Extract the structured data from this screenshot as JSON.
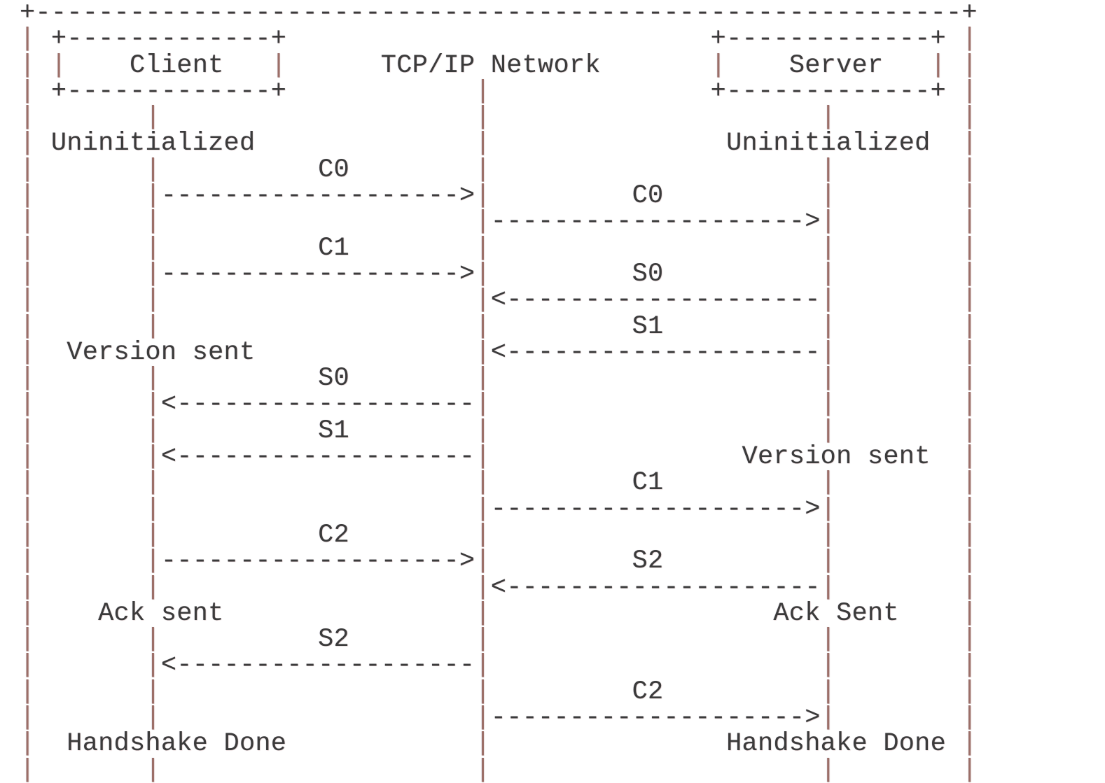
{
  "figure": {
    "participants": [
      "Client",
      "TCP/IP Network",
      "Server"
    ],
    "client_states": [
      "Uninitialized",
      "Version sent",
      "Ack sent",
      "Handshake Done"
    ],
    "server_states": [
      "Uninitialized",
      "Version sent",
      "Ack Sent",
      "Handshake Done"
    ],
    "messages": [
      {
        "label": "C0",
        "from": "Client",
        "to": "Network"
      },
      {
        "label": "C0",
        "from": "Network",
        "to": "Server"
      },
      {
        "label": "C1",
        "from": "Client",
        "to": "Network"
      },
      {
        "label": "S0",
        "from": "Server",
        "to": "Network"
      },
      {
        "label": "S1",
        "from": "Server",
        "to": "Network"
      },
      {
        "label": "S0",
        "from": "Network",
        "to": "Client"
      },
      {
        "label": "S1",
        "from": "Network",
        "to": "Client"
      },
      {
        "label": "C1",
        "from": "Network",
        "to": "Server"
      },
      {
        "label": "C2",
        "from": "Client",
        "to": "Network"
      },
      {
        "label": "S2",
        "from": "Server",
        "to": "Network"
      },
      {
        "label": "S2",
        "from": "Network",
        "to": "Client"
      },
      {
        "label": "C2",
        "from": "Network",
        "to": "Server"
      }
    ]
  },
  "colors": {
    "text": "#3b3b3b",
    "lifeline": "#9c6f68",
    "background": "#ffffff"
  },
  "ascii_art": {
    "lines": [
      "+-----------------------------------------------------------+",
      "| +-------------+                           +-------------+ |",
      "| |    Client   |      TCP/IP Network       |    Server   | |",
      "| +-------------+            |              +-------------+ |",
      "|       |                    |                     |        |",
      "| Uninitialized              |               Uninitialized  |",
      "|       |          C0        |                     |        |",
      "|       |------------------->|         C0          |        |",
      "|       |                    |-------------------->|        |",
      "|       |          C1        |                     |        |",
      "|       |------------------->|         S0          |        |",
      "|       |                    |<--------------------|        |",
      "|       |                    |         S1          |        |",
      "|  Version sent              |<--------------------|        |",
      "|       |          S0        |                     |        |",
      "|       |<-------------------|                     |        |",
      "|       |          S1        |                     |        |",
      "|       |<-------------------|                Version sent  |",
      "|       |                    |         C1          |        |",
      "|       |                    |-------------------->|        |",
      "|       |          C2        |                     |        |",
      "|       |------------------->|         S2          |        |",
      "|       |                    |<--------------------|        |",
      "|    Ack sent                |                  Ack Sent    |",
      "|       |          S2        |                     |        |",
      "|       |<-------------------|                     |        |",
      "|       |                    |         C2          |        |",
      "|       |                    |-------------------->|        |",
      "|  Handshake Done            |               Handshake Done |",
      "|       |                    |                     |        |"
    ]
  }
}
